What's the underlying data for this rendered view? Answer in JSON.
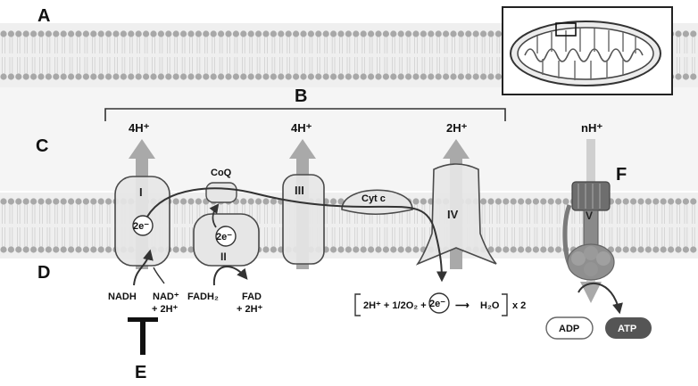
{
  "panel_labels": {
    "a": "A",
    "b": "B",
    "c": "C",
    "d": "D",
    "e": "E",
    "f": "F"
  },
  "protons": {
    "complex_1": "4H⁺",
    "complex_3": "4H⁺",
    "complex_4": "2H⁺",
    "atp_synthase": "nH⁺"
  },
  "complexes": {
    "complex_1": "I",
    "coq": "CoQ",
    "complex_2": "II",
    "complex_3": "III",
    "cyt_c": "Cyt c",
    "complex_4": "IV",
    "atp_synthase": "V"
  },
  "electrons": {
    "complex_1": "2e⁻",
    "complex_2": "2e⁻",
    "reaction": "2e⁻"
  },
  "substrates": {
    "nadh": "NADH",
    "nad_line1": "NAD⁺",
    "nad_line2": "+ 2H⁺",
    "fadh2": "FADH₂",
    "fad_line1": "FAD",
    "fad_line2": "+ 2H⁺"
  },
  "reaction": {
    "left": "2H⁺ + 1/2O₂ +",
    "arrow": "⟶",
    "product": "H₂O",
    "multiplier": "x 2"
  },
  "atp": {
    "adp": "ADP",
    "atp": "ATP"
  },
  "colors": {
    "membrane_band": "#f2f2f2",
    "lipid_head": "#a8a8a8",
    "complex_fill": "#e6e6e6",
    "complex_stroke": "#4a4a4a",
    "proton_arrow": "#a9a9a9",
    "atp_badge": "#555555",
    "electron_path": "#333333"
  },
  "icons": [
    "mitochondrion-inset-icon",
    "complex-i-inhibition-bar-icon",
    "atp-synthase-icon"
  ]
}
